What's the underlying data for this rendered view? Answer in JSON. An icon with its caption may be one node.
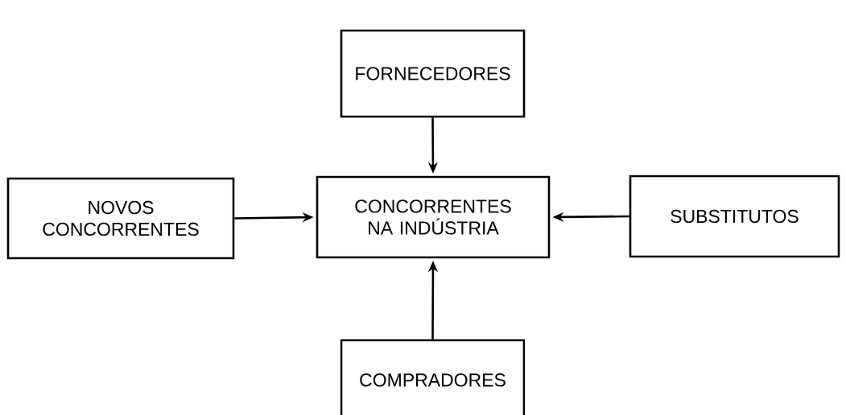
{
  "diagram": {
    "nodes": [
      {
        "text": [
          "FORNECEDORES"
        ]
      },
      {
        "text": [
          "NOVOS CONCORRENTES"
        ]
      },
      {
        "text": [
          "CONCORRENTES NA INDÚSTRIA"
        ]
      },
      {
        "text": [
          "SUBSTITUTOS"
        ]
      },
      {
        "text": [
          "COMPRADORES"
        ]
      }
    ],
    "edges": [
      {
        "from": 0,
        "to": 2,
        "arrow": "to"
      },
      {
        "from": 1,
        "to": 2,
        "arrow": "to"
      },
      {
        "from": 3,
        "to": 2,
        "arrow": "to"
      },
      {
        "from": 4,
        "to": 2,
        "arrow": "to"
      }
    ]
  }
}
